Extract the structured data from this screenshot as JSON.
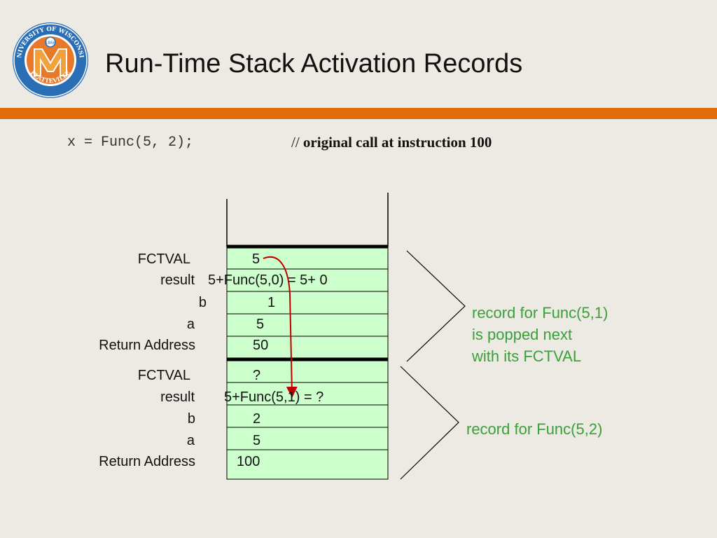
{
  "title": "Run-Time Stack Activation Records",
  "logo": {
    "ring_text": "UNIVERSITY OF WISCONSIN",
    "bottom_text": "PLATTEVILLE",
    "year": "1866",
    "letter": "M",
    "colors": {
      "ring": "#2A6EB5",
      "fill": "#E8792A",
      "letter": "#F1A23C"
    }
  },
  "call": {
    "code": "x = Func(5, 2);",
    "comment_prefix": "//",
    "comment_text": "original call at instruction 100"
  },
  "record_top": {
    "fields": [
      {
        "label": "FCTVAL",
        "value": "5"
      },
      {
        "label": "result",
        "value": "5+Func(5,0) = 5+ 0"
      },
      {
        "label": "b",
        "value": "1"
      },
      {
        "label": "a",
        "value": "5"
      },
      {
        "label": "Return Address",
        "value": "50"
      }
    ],
    "note": [
      "record for Func(5,1)",
      "is popped next",
      "with its FCTVAL"
    ]
  },
  "record_bottom": {
    "fields": [
      {
        "label": "FCTVAL",
        "value": "?"
      },
      {
        "label": "result",
        "value": "5+Func(5,1) = ?"
      },
      {
        "label": "b",
        "value": "2"
      },
      {
        "label": "a",
        "value": "5"
      },
      {
        "label": "Return Address",
        "value": "100"
      }
    ],
    "note": [
      "record for Func(5,2)"
    ]
  },
  "colors": {
    "cell": "#CCFFCC",
    "accent": "#E36C0A",
    "arrow": "#C00000",
    "note": "#3AA03A"
  }
}
